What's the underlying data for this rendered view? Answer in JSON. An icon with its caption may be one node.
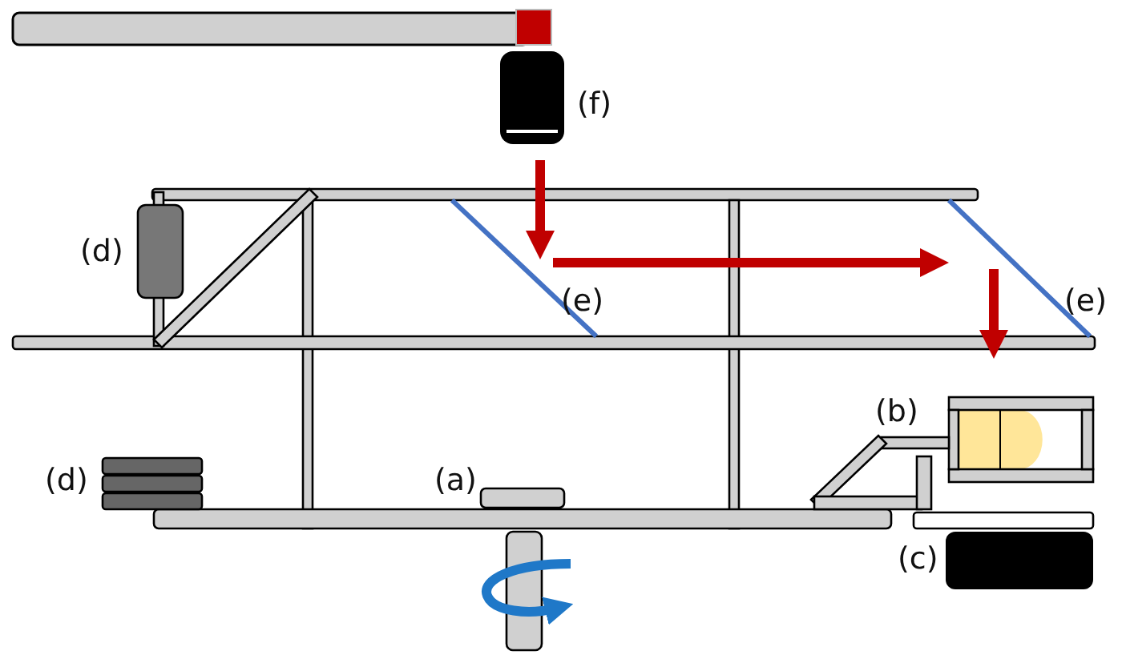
{
  "diagram": {
    "labels": [
      "(f)",
      "(d)",
      "(e)",
      "(e)",
      "(b)",
      "(d)",
      "(a)",
      "(c)"
    ]
  }
}
